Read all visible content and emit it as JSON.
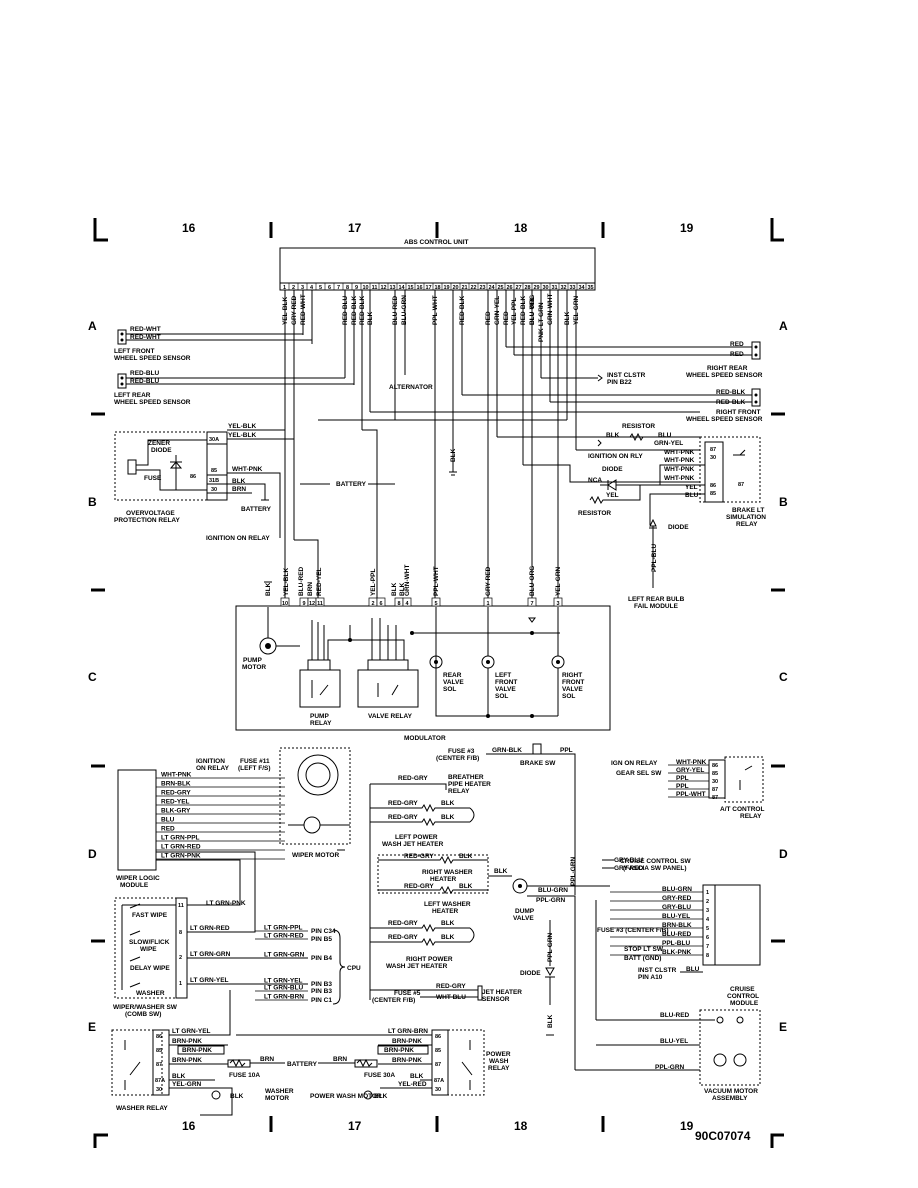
{
  "grid": {
    "columns_top": [
      "16",
      "17",
      "18",
      "19"
    ],
    "columns_bottom": [
      "16",
      "17",
      "18",
      "19"
    ],
    "rows_left": [
      "A",
      "B",
      "C",
      "D",
      "E"
    ],
    "rows_right": [
      "A",
      "B",
      "C",
      "D",
      "E"
    ],
    "figure_id": "90C07074"
  },
  "abs_unit": {
    "title": "ABS CONTROL UNIT",
    "pins": [
      "1",
      "2",
      "3",
      "4",
      "5",
      "6",
      "7",
      "8",
      "9",
      "10",
      "11",
      "12",
      "13",
      "14",
      "15",
      "16",
      "17",
      "18",
      "19",
      "20",
      "21",
      "22",
      "23",
      "24",
      "25",
      "26",
      "27",
      "28",
      "29",
      "30",
      "31",
      "32",
      "33",
      "34",
      "35"
    ],
    "wire_labels": [
      "YEL-BLK",
      "GRY-RED",
      "RED-WHT",
      "RED-BLU",
      "RED-BLK",
      "BLK",
      "RED-BLK",
      "BLU-RED",
      "BLU-GRN",
      "PPL-WHT",
      "BLK",
      "RED-BLK",
      "RED",
      "GRN-YEL",
      "RED",
      "YEL-PPL",
      "RED-BLK",
      "BLU-YEL",
      "BLU-ORG",
      "PNK-LT GRN",
      "GRN-WHT",
      "BLK",
      "YEL-GRN"
    ]
  },
  "sensors": {
    "lf": {
      "label1": "LEFT FRONT",
      "label2": "WHEEL SPEED SENSOR",
      "w1": "RED-WHT",
      "w2": "RED-WHT"
    },
    "lr": {
      "label1": "LEFT REAR",
      "label2": "WHEEL SPEED SENSOR",
      "w1": "RED-BLU",
      "w2": "RED-BLU"
    },
    "rr": {
      "label1": "RIGHT REAR",
      "label2": "WHEEL SPEED SENSOR",
      "w1": "RED",
      "w2": "RED"
    },
    "rf": {
      "label1": "RIGHT FRONT",
      "label2": "WHEEL SPEED SENSOR",
      "w1": "RED-BLK",
      "w2": "RED-BLK"
    }
  },
  "alternator": "ALTERNATOR",
  "inst_clstr": {
    "l1": "INST CLSTR",
    "l2": "PIN B22"
  },
  "overvoltage": {
    "title1": "OVERVOLTAGE",
    "title2": "PROTECTION RELAY",
    "zener1": "ZENER",
    "zener2": "DIODE",
    "fuse": "FUSE",
    "p30a": "30A",
    "p85": "85",
    "p86": "86",
    "p31b": "31B",
    "p30": "30",
    "w_yel_blk1": "YEL-BLK",
    "w_yel_blk2": "YEL-BLK",
    "w_wht_pnk": "WHT-PNK",
    "w_blk": "BLK",
    "w_brn": "BRN",
    "battery": "BATTERY",
    "ign_on_relay": "IGNITION ON RELAY"
  },
  "battery_mid": "BATTERY",
  "brake_lt": {
    "resistor_top": "RESISTOR",
    "blk": "BLK",
    "blu": "BLU",
    "grn_yel": "GRN-YEL",
    "ign_on_rly": "IGNITION ON RLY",
    "wht_pnk1": "WHT-PNK",
    "wht_pnk2": "WHT-PNK",
    "wht_pnk3": "WHT-PNK",
    "wht_pnk4": "WHT-PNK",
    "diode": "DIODE",
    "nca": "NCA",
    "yel1": "YEL",
    "yel2": "YEL",
    "blu2": "BLU",
    "p87": "87",
    "p30": "30",
    "p86": "86",
    "p85": "85",
    "p87a": "87",
    "resistor_bot": "RESISTOR",
    "diode2": "DIODE",
    "title1": "BRAKE LT",
    "title2": "SIMULATION",
    "title3": "RELAY",
    "ppl_blu": "PPL-BLU",
    "bulb1": "LEFT REAR BULB",
    "bulb2": "FAIL MODULE"
  },
  "modulator": {
    "title": "MODULATOR",
    "pins": [
      "10",
      "9",
      "12",
      "11",
      "2",
      "6",
      "8",
      "4",
      "5",
      "1",
      "7",
      "3"
    ],
    "wires": [
      "BLK",
      "YEL-BLK",
      "BLU-RED",
      "BRN",
      "RED-YEL",
      "YEL-PPL",
      "BLK",
      "BLK",
      "GRN-WHT",
      "PPL-WHT",
      "GRY-RED",
      "BLU-ORG",
      "YEL-GRN"
    ],
    "pump1": "PUMP",
    "pump2": "MOTOR",
    "prelay1": "PUMP",
    "prelay2": "RELAY",
    "vrelay": "VALVE RELAY",
    "rear1": "REAR",
    "rear2": "VALVE",
    "rear3": "SOL",
    "lf1": "LEFT",
    "lf2": "FRONT",
    "lf3": "VALVE",
    "lf4": "SOL",
    "rf1": "RIGHT",
    "rf2": "FRONT",
    "rf3": "VALVE",
    "rf4": "SOL"
  },
  "wiper": {
    "ign1": "IGNITION",
    "ign2": "ON RELAY",
    "fuse1": "FUSE #11",
    "fuse2": "(LEFT F/S)",
    "wires": [
      "WHT-PNK",
      "BRN-BLK",
      "RED-GRY",
      "RED-YEL",
      "BLK-GRY",
      "BLU",
      "RED",
      "LT GRN-PPL",
      "LT GRN-RED",
      "LT GRN-PNK"
    ],
    "motor": "WIPER MOTOR",
    "logic1": "WIPER LOGIC",
    "logic2": "MODULE",
    "fast": "FAST WIPE",
    "slow1": "SLOW/FLICK",
    "slow2": "WIPE",
    "delay": "DELAY WIPE",
    "washer": "WASHER",
    "sw1": "WIPER/WASHER SW",
    "sw2": "(COMB SW)",
    "sw_w1": "LT GRN-PNK",
    "sw_w2": "LT GRN-RED",
    "sw_w3": "LT GRN-GRN",
    "sw_w4": "LT GRN-YEL",
    "pins": [
      "11",
      "8",
      "2",
      "1"
    ],
    "cpu_w": [
      "LT GRN-PPL",
      "LT GRN-RED",
      "LT GRN-GRN",
      "LT GRN-YEL",
      "LT GRN-BLU",
      "LT GRN-BRN"
    ],
    "cpu_p": [
      "PIN C34",
      "PIN B5",
      "PIN B4",
      "PIN B3",
      "PIN B3",
      "PIN C1"
    ],
    "cpu": "CPU"
  },
  "washer_relay": {
    "title": "WASHER RELAY",
    "w1": "LT GRN-YEL",
    "w2": "BRN-PNK",
    "w3": "BRN-PNK",
    "w4": "BRN-PNK",
    "w5": "BLK",
    "w6": "YEL-GRN",
    "p": [
      "86",
      "85",
      "87",
      "87A",
      "30"
    ],
    "fuse": "FUSE 10A",
    "brn": "BRN",
    "battery": "BATTERY",
    "motor1": "WASHER",
    "motor2": "MOTOR",
    "blk": "BLK"
  },
  "power_wash": {
    "w1": "LT GRN-BRN",
    "w2": "BRN-PNK",
    "w3": "BRN-PNK",
    "w4": "BRN-PNK",
    "w5": "BLK",
    "w6": "YEL-RED",
    "p": [
      "86",
      "85",
      "87",
      "87A",
      "30"
    ],
    "fuse": "FUSE 30A",
    "brn": "BRN",
    "motor": "POWER WASH MOTOR",
    "blk": "BLK",
    "t1": "POWER",
    "t2": "WASH",
    "t3": "RELAY"
  },
  "heaters": {
    "fuse3a": "FUSE #3",
    "fuse3b": "(CENTER F/B)",
    "grn_blk": "GRN-BLK",
    "ppl": "PPL",
    "brake_sw": "BRAKE SW",
    "red_gry": "RED-GRY",
    "breather1": "BREATHER",
    "breather2": "PIPE HEATER",
    "breather3": "RELAY",
    "lp1": "LEFT POWER",
    "lp2": "WASH JET HEATER",
    "rw1": "RIGHT WASHER",
    "rw2": "HEATER",
    "lw1": "LEFT WASHER",
    "lw2": "HEATER",
    "rp1": "RIGHT POWER",
    "rp2": "WASH JET HEATER",
    "blk": "BLK",
    "fuse5a": "FUSE #5",
    "fuse5b": "(CENTER F/B)",
    "wht_blu": "WHT-BLU",
    "jet1": "JET HEATER",
    "jet2": "SENSOR",
    "dump1": "DUMP",
    "dump2": "VALVE",
    "blu_grn": "BLU-GRN",
    "ppl_grn": "PPL-GRN",
    "diode": "DIODE",
    "ppl_grn2": "PPL-GRN",
    "blk2": "BLK",
    "ppl_grn3": "PPL-GRN"
  },
  "at_control": {
    "ign": "IGN ON RELAY",
    "gear": "GEAR SEL SW",
    "w": [
      "WHT-PNK",
      "GRY-YEL",
      "PPL",
      "PPL",
      "PPL-WHT"
    ],
    "p": [
      "86",
      "85",
      "30",
      "87",
      "87"
    ],
    "t1": "A/T CONTROL",
    "t2": "RELAY"
  },
  "cruise": {
    "sw1": "CRUISE CONTROL SW",
    "sw2": "(FASCIA SW PANEL)",
    "gry_blu": "GRY-BLU",
    "gry_red": "GRY-RED",
    "w": [
      "BLU-GRN",
      "GRY-RED",
      "GRY-BLU",
      "BLU-YEL",
      "BRN-BLK",
      "BLU-RED",
      "PPL-BLU",
      "BLK-PNK",
      "BLU"
    ],
    "p": [
      "1",
      "2",
      "3",
      "4",
      "5",
      "6",
      "7",
      "8"
    ],
    "fuse3": "FUSE #3 (CENTER F/B)",
    "stop": "STOP LT SW",
    "batt": "BATT (GND)",
    "inst1": "INST CLSTR",
    "inst2": "PIN A10",
    "t1": "CRUISE",
    "t2": "CONTROL",
    "t3": "MODULE",
    "vac1": "VACUUM MOTOR",
    "vac2": "ASSEMBLY",
    "blu_red": "BLU-RED",
    "blu_yel": "BLU-YEL",
    "ppl_grn": "PPL-GRN"
  }
}
